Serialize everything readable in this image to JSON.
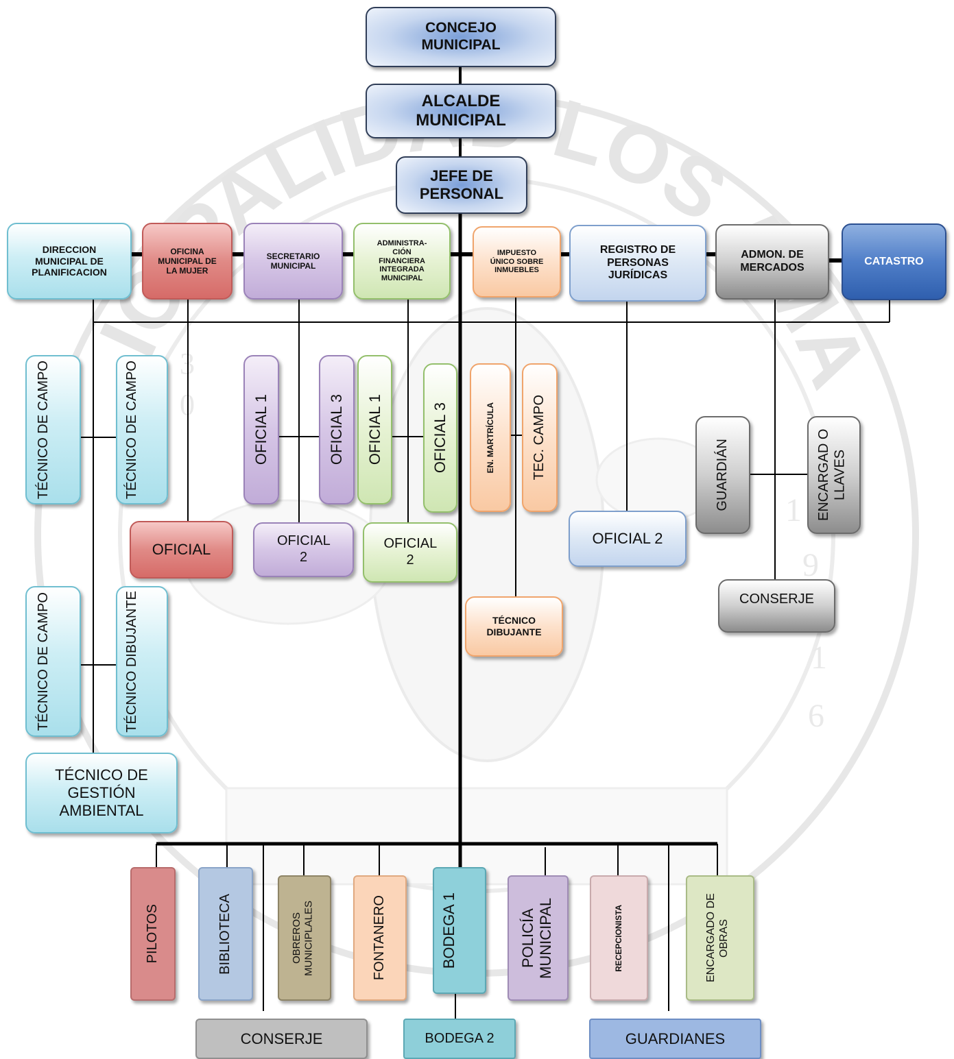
{
  "watermark": {
    "arc_text": "MUNICIPALIDAD LOS AMATES",
    "digits_left": [
      "3",
      "0"
    ],
    "digits_right": [
      "1",
      "9",
      "1",
      "6"
    ]
  },
  "top": {
    "concejo": "CONCEJO MUNICIPAL",
    "alcalde": "ALCALDE MUNICIPAL",
    "jefe": "JEFE DE PERSONAL"
  },
  "departments": {
    "dmp": "DIRECCION MUNICIPAL DE PLANIFICACION",
    "omm": "OFICINA MUNICIPAL DE LA MUJER",
    "secretario": "SECRETARIO MUNICIPAL",
    "afim": "ADMINISTRA-CIÓN FINANCIERA INTEGRADA MUNICIPAL",
    "iusi": "IMPUESTO ÚNICO SOBRE INMUEBLES",
    "registro": "REGISTRO DE PERSONAS JURÍDICAS",
    "mercados": "ADMON. DE MERCADOS",
    "catastro": "CATASTRO"
  },
  "staff": {
    "dmp_tecnico_campo_1": "TÉCNICO DE CAMPO",
    "dmp_tecnico_campo_2": "TÉCNICO DE CAMPO",
    "dmp_tecnico_campo_3": "TÉCNICO DE CAMPO",
    "dmp_tecnico_dibujante": "TÉCNICO DIBUJANTE",
    "dmp_gestion_ambiental": "TÉCNICO DE GESTIÓN AMBIENTAL",
    "omm_oficial": "OFICIAL",
    "sec_oficial_1": "OFICIAL 1",
    "sec_oficial_3": "OFICIAL 3",
    "sec_oficial_2": "OFICIAL 2",
    "afim_oficial_1": "OFICIAL 1",
    "afim_oficial_3": "OFICIAL 3",
    "afim_oficial_2": "OFICIAL 2",
    "iusi_matricula": "EN. MARTRÍCULA",
    "iusi_tec_campo": "TEC. CAMPO",
    "iusi_dibujante": "TÉCNICO DIBUJANTE",
    "registro_oficial_2": "OFICIAL 2",
    "mercados_guardian": "GUARDIÁN",
    "mercados_llaves": "ENCARGAD O LLAVES",
    "mercados_conserje": "CONSERJE"
  },
  "bottom": {
    "pilotos": "PILOTOS",
    "biblioteca": "BIBLIOTECA",
    "obreros": "OBREROS MUNICIPLALES",
    "fontanero": "FONTANERO",
    "bodega_1": "BODEGA 1",
    "policia": "POLICÍA MUNICIPAL",
    "recepcionista": "RECEPCIONISTA",
    "encargado_obras": "ENCARGADO DE OBRAS",
    "conserje": "CONSERJE",
    "bodega_2": "BODEGA 2",
    "guardianes": "GUARDIANES"
  }
}
